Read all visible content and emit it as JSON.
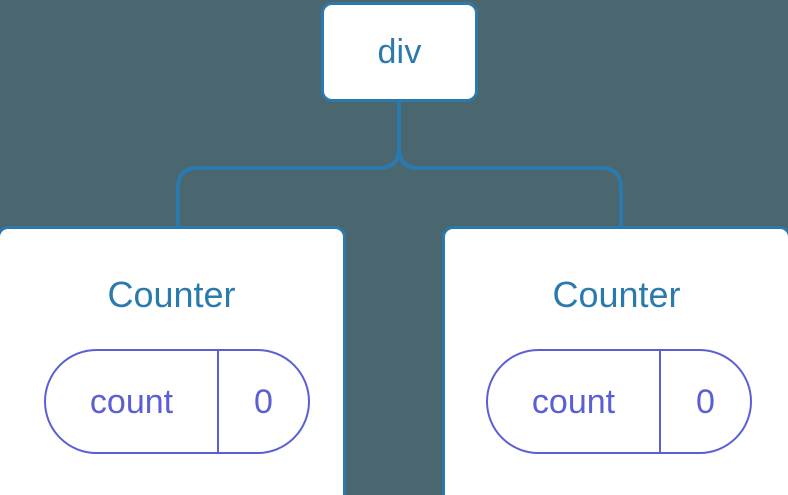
{
  "canvas": {
    "background_color": "#4a666e",
    "node_border_color": "#2b7aae",
    "node_fill_color": "#ffffff",
    "node_label_color": "#2b7aae",
    "state_accent_color": "#5b5fd4",
    "connector_color": "#2b7aae"
  },
  "tree": {
    "root": {
      "label": "div"
    },
    "children": [
      {
        "label": "Counter",
        "state": {
          "key": "count",
          "value": "0"
        }
      },
      {
        "label": "Counter",
        "state": {
          "key": "count",
          "value": "0"
        }
      }
    ]
  }
}
